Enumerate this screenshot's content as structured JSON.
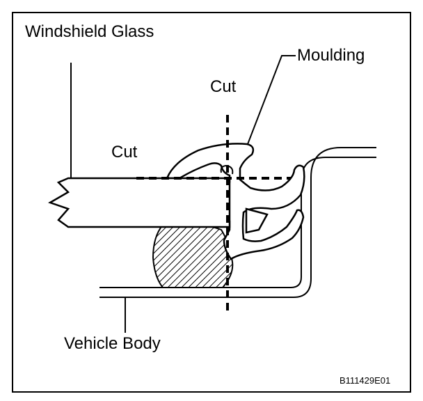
{
  "labels": {
    "windshield_glass": "Windshield Glass",
    "moulding": "Moulding",
    "cut_upper": "Cut",
    "cut_left": "Cut",
    "vehicle_body": "Vehicle Body",
    "figure_code": "B111429E01"
  }
}
